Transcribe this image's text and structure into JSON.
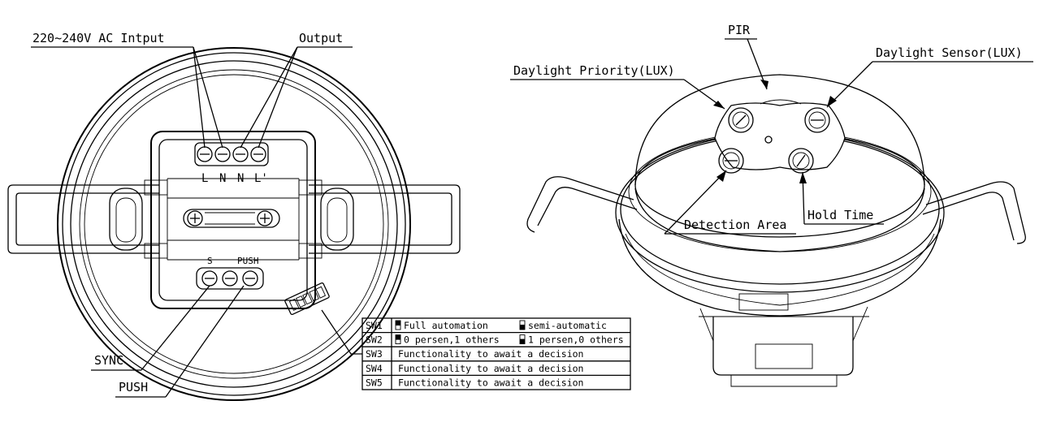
{
  "left_view": {
    "input_label": "220~240V AC Intput",
    "output_label": "Output",
    "terminal_labels": [
      "L",
      "N",
      "N",
      "L'"
    ],
    "bottom_terminal_labels": [
      "S",
      "PUSH"
    ],
    "sync_label": "SYNC",
    "push_label": "PUSH"
  },
  "switch_table": {
    "rows": [
      {
        "id": "SW1",
        "col1": "Full automation",
        "col2": "semi-automatic"
      },
      {
        "id": "SW2",
        "col1": "0 persen,1 others",
        "col2": "1 persen,0 others"
      },
      {
        "id": "SW3",
        "text": "Functionality to await a decision"
      },
      {
        "id": "SW4",
        "text": "Functionality to await a decision"
      },
      {
        "id": "SW5",
        "text": "Functionality to await a decision"
      }
    ]
  },
  "right_view": {
    "pir_label": "PIR",
    "daylight_priority_label": "Daylight Priority(LUX)",
    "daylight_sensor_label": "Daylight Sensor(LUX)",
    "detection_area_label": "Detection Area",
    "hold_time_label": "Hold Time"
  }
}
